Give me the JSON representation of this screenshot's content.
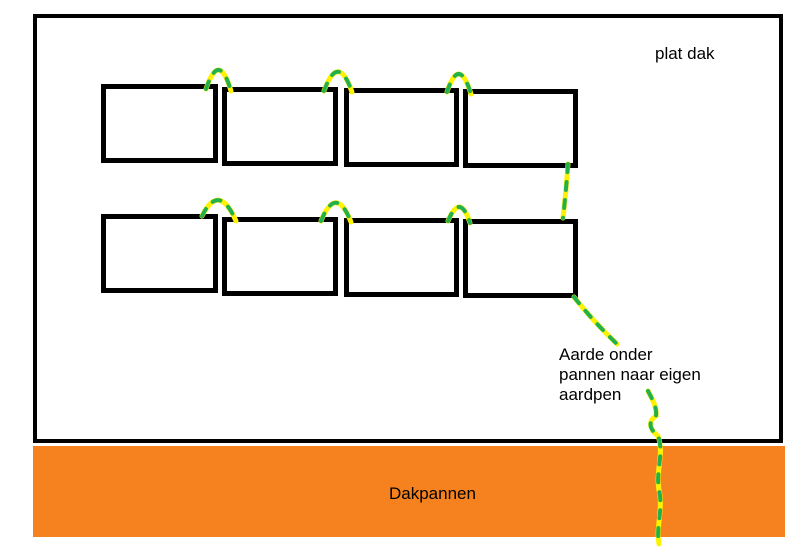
{
  "labels": {
    "flat_roof": "plat dak",
    "ground_note": "Aarde onder\npannen naar eigen\naardpen",
    "roof_tiles": "Dakpannen"
  },
  "colors": {
    "outline_black": "#000000",
    "tiles_orange": "#F5821F",
    "wire_yellow": "#FFF200",
    "wire_green": "#22B14C"
  },
  "panels": {
    "rows": 2,
    "per_row": 4,
    "count": 8
  }
}
